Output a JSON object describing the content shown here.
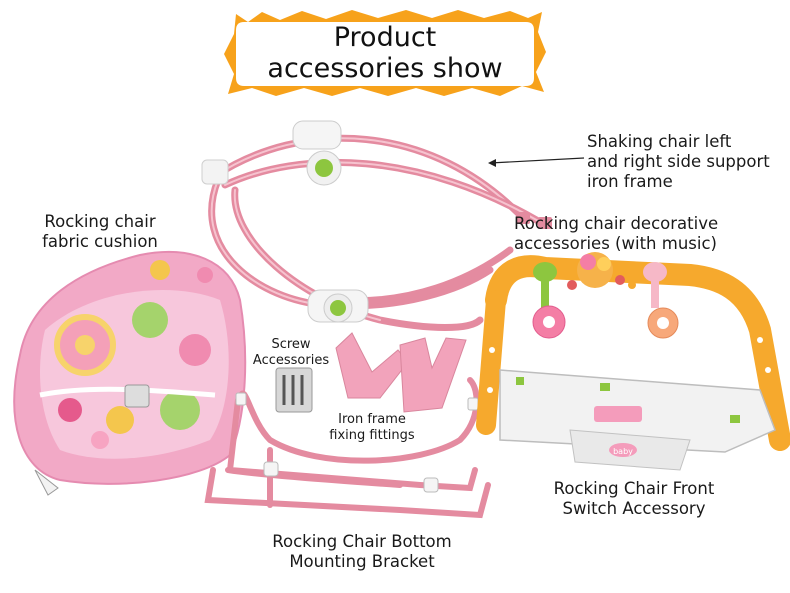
{
  "banner": {
    "title_line1": "Product",
    "title_line2": "accessories show"
  },
  "labels": {
    "side_frame": [
      "Shaking chair left",
      "and right side support",
      "iron frame"
    ],
    "decorative": [
      "Rocking chair decorative",
      "accessories (with music)"
    ],
    "cushion": [
      "Rocking chair",
      "fabric cushion"
    ],
    "screws": [
      "Screw",
      "Accessories"
    ],
    "fittings": [
      "Iron frame",
      "fixing fittings"
    ],
    "front_switch": [
      "Rocking Chair Front",
      "Switch Accessory"
    ],
    "bottom_bracket": [
      "Rocking Chair Bottom",
      "Mounting Bracket"
    ]
  },
  "logo_text": "baby",
  "colors": {
    "frame_pink": "#e48ba0",
    "cushion_pink": "#f2a9c6",
    "bar_orange": "#f6a92d",
    "banner_orange": "#f7a21b",
    "tray_white": "#f2f2f2",
    "accent_green": "#8dc63f"
  }
}
